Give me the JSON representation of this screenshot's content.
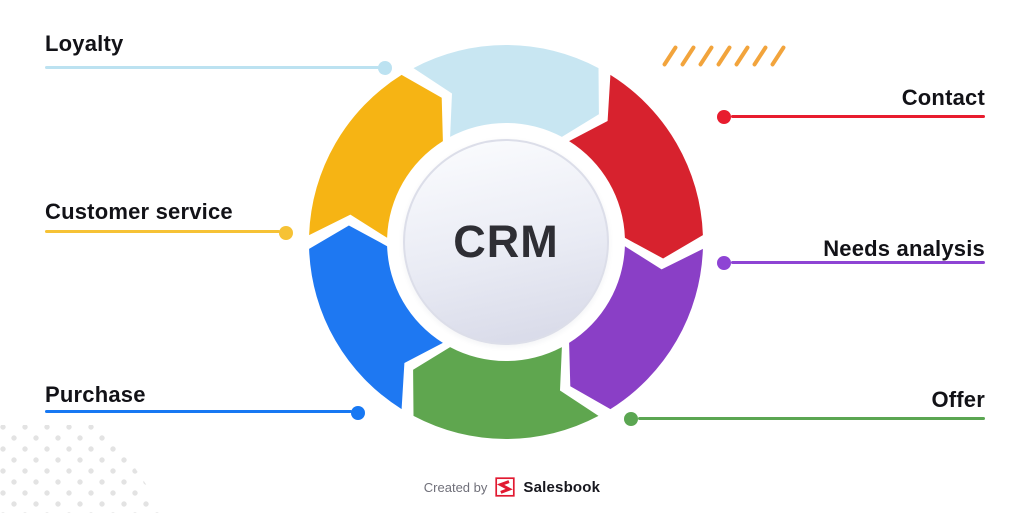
{
  "diagram": {
    "center_label": "CRM",
    "flow": "clockwise",
    "segments": [
      {
        "id": "loyalty",
        "label": "Loyalty",
        "color": "#C8E6F2",
        "from_deg": -30,
        "to_deg": 30
      },
      {
        "id": "contact",
        "label": "Contact",
        "color": "#D7222E",
        "from_deg": 30,
        "to_deg": 90
      },
      {
        "id": "needs-analysis",
        "label": "Needs analysis",
        "color": "#8A3FC6",
        "from_deg": 90,
        "to_deg": 150
      },
      {
        "id": "offer",
        "label": "Offer",
        "color": "#5FA64F",
        "from_deg": 150,
        "to_deg": 210
      },
      {
        "id": "purchase",
        "label": "Purchase",
        "color": "#1E78F2",
        "from_deg": 210,
        "to_deg": 270
      },
      {
        "id": "customer-service",
        "label": "Customer service",
        "color": "#F6B414",
        "from_deg": 270,
        "to_deg": 330
      }
    ]
  },
  "callouts": {
    "loyalty": {
      "text": "Loyalty",
      "color": "#BCE2F1"
    },
    "contact": {
      "text": "Contact",
      "color": "#E81C2E"
    },
    "needs_analysis": {
      "text": "Needs analysis",
      "color": "#8E44D4"
    },
    "offer": {
      "text": "Offer",
      "color": "#5BA652"
    },
    "purchase": {
      "text": "Purchase",
      "color": "#1778F3"
    },
    "customer_service": {
      "text": "Customer service",
      "color": "#F6C235"
    }
  },
  "footer": {
    "created_by": "Created by",
    "brand": "Salesbook",
    "logo_color": "#E11931"
  },
  "decor": {
    "hatch_count": 7,
    "hatch_color": "#F2A43C",
    "dot_pattern_color": "#E3E3E3"
  }
}
